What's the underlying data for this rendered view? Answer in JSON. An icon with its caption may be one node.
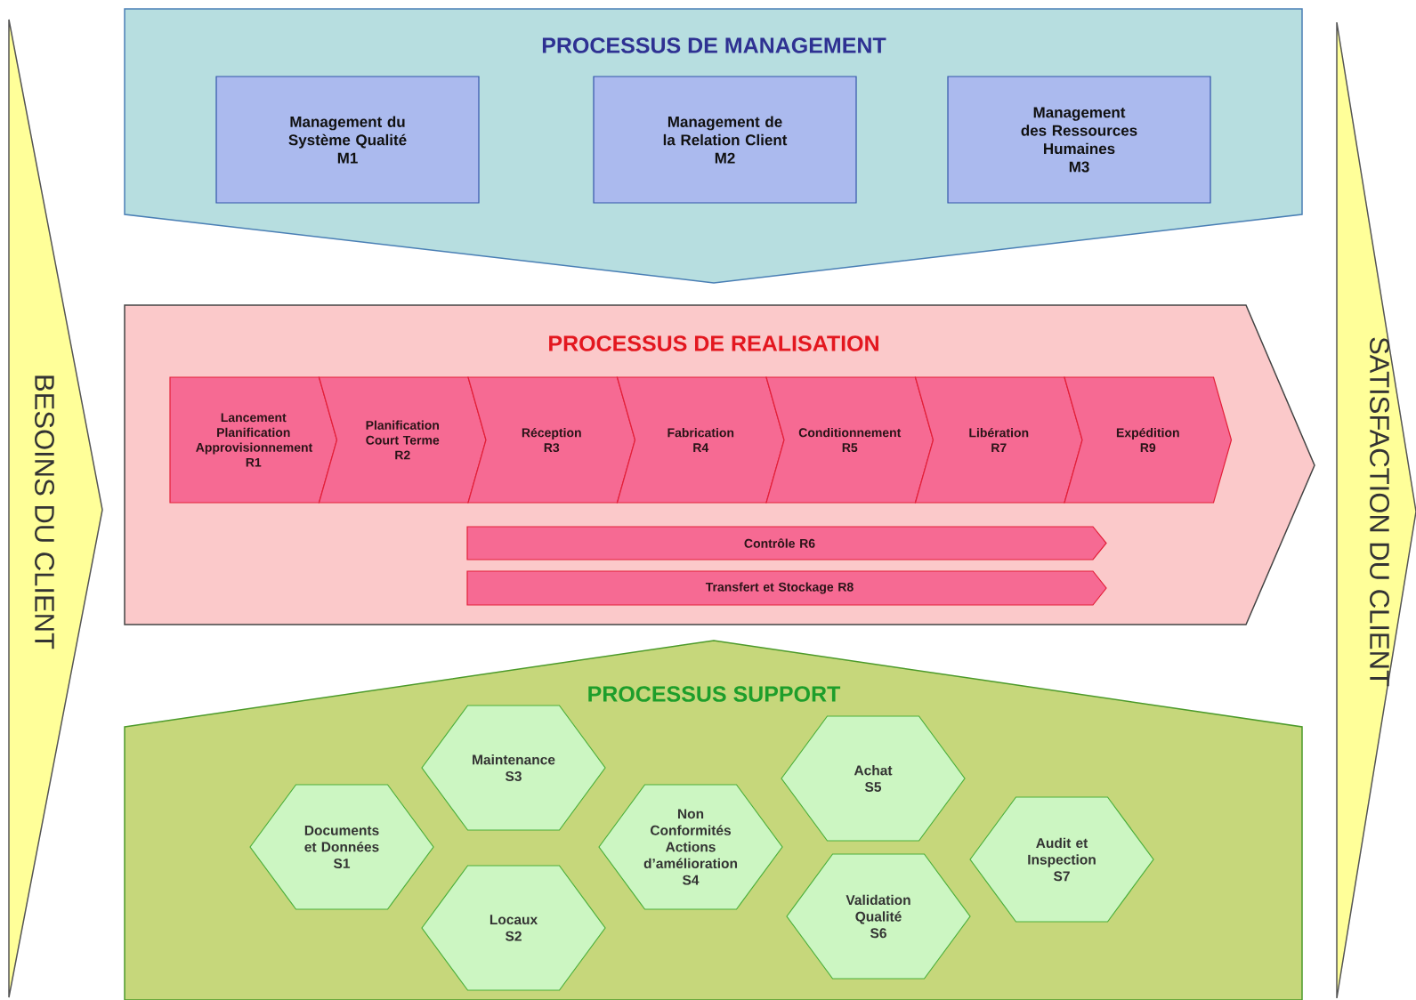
{
  "diagram": {
    "nodes": [
      {
        "text": [
          "BESOINS DU CLIENT"
        ]
      },
      {
        "text": [
          "PROCESSUS DE MANAGEMENT"
        ]
      },
      {
        "text": [
          "Management du Système Qualité",
          "M1"
        ],
        "in": 1
      },
      {
        "text": [
          "Management de la Relation Client",
          "M2"
        ],
        "in": 1
      },
      {
        "text": [
          "Management des Ressources Humaines",
          "M3"
        ],
        "in": 1
      },
      {
        "text": [
          "PROCESSUS DE REALISATION"
        ]
      },
      {
        "text": [
          "Lancement Planification Approvisionnement",
          "R1"
        ],
        "in": 5
      },
      {
        "text": [
          "Planification Court Terme",
          "R2"
        ],
        "in": 5
      },
      {
        "text": [
          "Réception",
          "R3"
        ],
        "in": 5
      },
      {
        "text": [
          "Fabrication",
          "R4"
        ],
        "in": 5
      },
      {
        "text": [
          "Conditionnement",
          "R5"
        ],
        "in": 5
      },
      {
        "text": [
          "Libération",
          "R7"
        ],
        "in": 5
      },
      {
        "text": [
          "Expédition",
          "R9"
        ],
        "in": 5
      },
      {
        "text": [
          "Contrôle R6"
        ],
        "in": 5
      },
      {
        "text": [
          "Transfert et Stockage R8"
        ],
        "in": 5
      },
      {
        "text": [
          "PROCESSUS SUPPORT"
        ]
      },
      {
        "text": [
          "Documents et Données",
          "S1"
        ],
        "in": 15
      },
      {
        "text": [
          "Maintenance",
          "S3"
        ],
        "in": 15
      },
      {
        "text": [
          "Locaux",
          "S2"
        ],
        "in": 15
      },
      {
        "text": [
          "Non Conformités Actions d’amélioration",
          "S4"
        ],
        "in": 15
      },
      {
        "text": [
          "Achat",
          "S5"
        ],
        "in": 15
      },
      {
        "text": [
          "Validation Qualité",
          "S6"
        ],
        "in": 15
      },
      {
        "text": [
          "Audit et Inspection",
          "S7"
        ],
        "in": 15
      },
      {
        "text": [
          "SATISFACTION DU CLIENT"
        ]
      }
    ]
  }
}
